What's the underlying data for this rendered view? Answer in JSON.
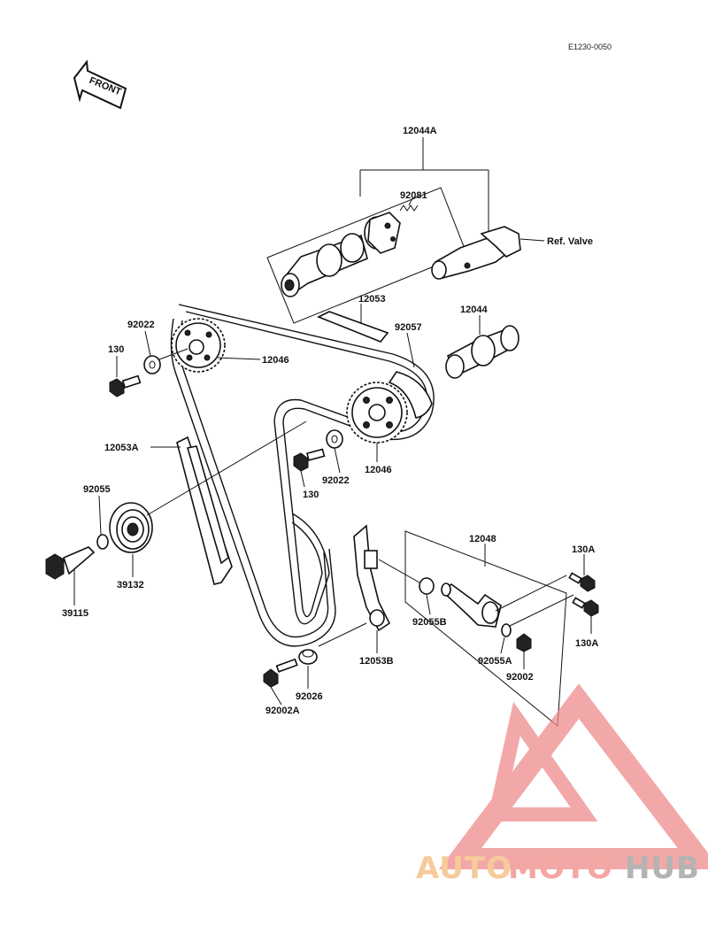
{
  "diagram": {
    "ref_code": "E1230-0050",
    "front_label": "FRONT",
    "ref_valve_label": "Ref. Valve",
    "labels": {
      "p12044A": "12044A",
      "p92081": "92081",
      "p12053_top": "12053",
      "p92057": "92057",
      "p12044": "12044",
      "p92022_left": "92022",
      "p130_left": "130",
      "p12046_top": "12046",
      "p12053A": "12053A",
      "p92055": "92055",
      "p39115": "39115",
      "p39132": "39132",
      "p130_mid": "130",
      "p92022_mid": "92022",
      "p12046_mid": "12046",
      "p12048": "12048",
      "p130A_top": "130A",
      "p130A_bot": "130A",
      "p92055B": "92055B",
      "p92055A": "92055A",
      "p92002": "92002",
      "p12053B": "12053B",
      "p92026": "92026",
      "p92002A": "92002A"
    }
  },
  "watermark": {
    "auto": "AUTO",
    "moto": "MOTO",
    "hub": "HUB",
    "colors": {
      "auto": "#f5b97a",
      "moto": "#ef8a85",
      "hub": "#9a9a9a",
      "triangle": "#ee8b8b"
    }
  }
}
